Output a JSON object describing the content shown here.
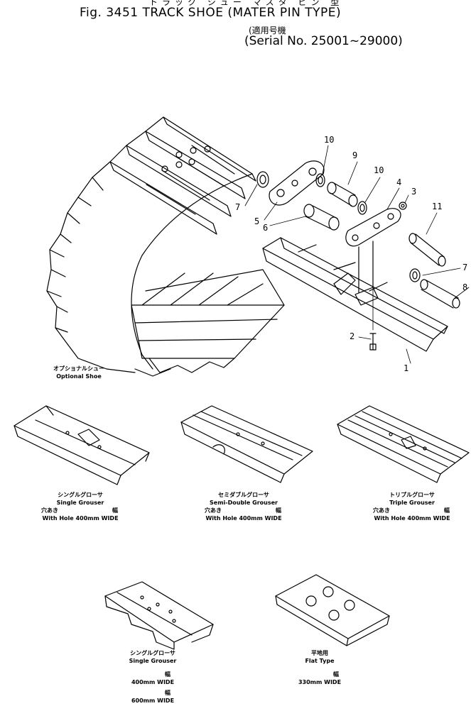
{
  "header": {
    "title_jp": "トラック シュー マスタ ピン 型",
    "fig_title": "Fig. 3451   TRACK SHOE (MATER PIN TYPE)",
    "serial_jp": "(適用号機",
    "serial": "(Serial No. 25001~29000)"
  },
  "callouts": [
    "10",
    "9",
    "10",
    "4",
    "3",
    "11",
    "7",
    "5",
    "6",
    "7",
    "8",
    "2",
    "1"
  ],
  "captions": {
    "optional_jp": "オプショナルシュー",
    "optional_en": "Optional Shoe",
    "single1_jp": "シングルグローサ",
    "single1_en": "Single Grouser",
    "single1_hole_jp": "穴あき",
    "single1_width_jp": "幅",
    "single1_spec": "With Hole 400mm WIDE",
    "semi_jp": "セミダブルグローサ",
    "semi_en": "Semi-Double Grouser",
    "semi_hole_jp": "穴あき",
    "semi_width_jp": "幅",
    "semi_spec": "With Hole 400mm WIDE",
    "triple_jp": "トリプルグローサ",
    "triple_en": "Triple Grouser",
    "triple_hole_jp": "穴あき",
    "triple_width_jp": "幅",
    "triple_spec": "With Hole 400mm WIDE",
    "single2_jp": "シングルグローサ",
    "single2_en": "Single Grouser",
    "single2_w1_jp": "幅",
    "single2_w1": "400mm WIDE",
    "single2_w2_jp": "幅",
    "single2_w2": "600mm WIDE",
    "flat_jp": "平地用",
    "flat_en": "Flat Type",
    "flat_w_jp": "幅",
    "flat_w": "330mm WIDE"
  }
}
